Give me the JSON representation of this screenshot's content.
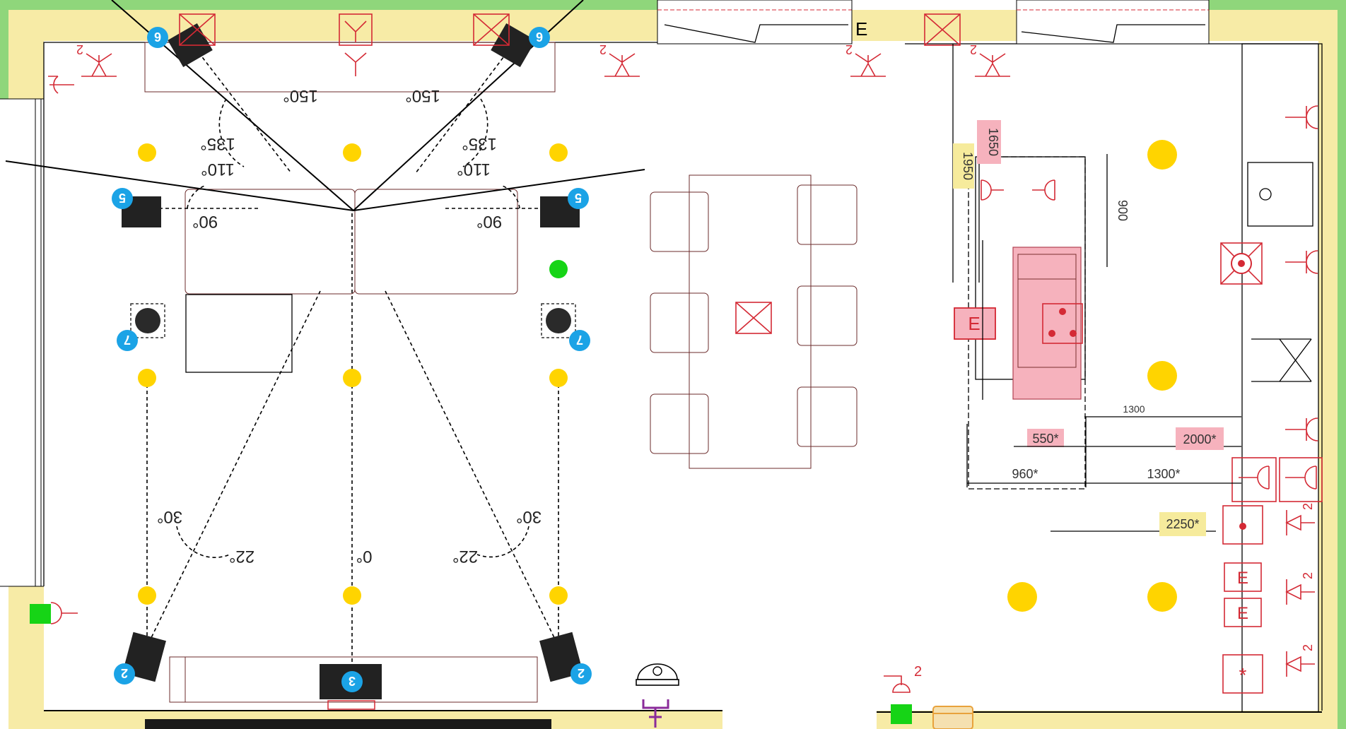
{
  "plan": {
    "colors": {
      "wall_outer": "#8fd67b",
      "wall_inner": "#f7eba6",
      "symbol_red": "#d42a35",
      "light_yellow": "#ffd400",
      "speaker_blue": "#1ba3e6",
      "sensor_green": "#16d416",
      "highlight_red": "#f6b2bd",
      "highlight_yellow": "#f6eb9c"
    },
    "angle_labels": {
      "a150_left": "150°",
      "a150_right": "150°",
      "a135_left": "135°",
      "a135_right": "135°",
      "a110_left": "110°",
      "a110_right": "110°",
      "a90_left": "90°",
      "a90_right": "90°",
      "a30_left": "30°",
      "a30_right": "30°",
      "a22_left": "22°",
      "a22_right": "22°",
      "a0": "0°"
    },
    "speaker_numbers": {
      "top_left": "6",
      "top_right": "6",
      "mid_left": "5",
      "mid_right": "5",
      "sub_left": "7",
      "sub_right": "7",
      "front_left": "2",
      "front_center": "3",
      "front_right": "2"
    },
    "socket_count_labels": [
      "2",
      "2",
      "2",
      "2",
      "2",
      "2",
      "2",
      "2"
    ],
    "e_label": "E",
    "dimensions": {
      "d1650": "1650",
      "d1950": "1950",
      "d900": "900",
      "d550": "550*",
      "d2000": "2000*",
      "d1300_small": "1300",
      "d960": "960*",
      "d1300": "1300*",
      "d2250": "2250*"
    },
    "icons": [
      "ceiling-outlet-icon",
      "tv-antenna-icon",
      "socket-icon",
      "speaker-icon",
      "downlight-icon",
      "motion-sensor-icon",
      "doorbell-camera-icon",
      "hob-icon",
      "oven-icon",
      "network-outlet-icon",
      "cable-box-icon"
    ]
  }
}
